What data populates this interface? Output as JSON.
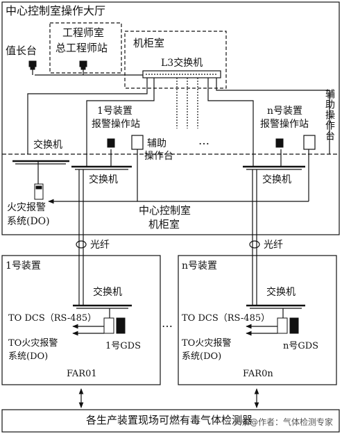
{
  "diagram": {
    "central_control_hall": "中心控制室操作大厅",
    "engineer_room": "工程师室",
    "chief_engineer_station": "总工程师站",
    "shift_leader_desk": "值长台",
    "cabinet_room": "机柜室",
    "l3_switch": "L3交换机",
    "alarm_station_1_line1": "1号装置",
    "alarm_station_1_line2": "报警操作站",
    "alarm_station_n_line1": "n号装置",
    "alarm_station_n_line2": "报警操作站",
    "aux_console_line1": "辅助",
    "aux_console_line2": "操作台",
    "aux_console_vertical": "辅助操作台",
    "ellipsis_top": "…",
    "switch_label": "交换机",
    "switch_left_1": "交换机",
    "switch_left_2": "交换机",
    "switch_right": "交换机",
    "fire_alarm_system_line1": "火灾报警",
    "fire_alarm_system_line2": "系统(DO)",
    "central_cabinet_line1": "中心控制室",
    "central_cabinet_line2": "机柜室",
    "fiber_left": "光纤",
    "fiber_right": "光纤",
    "unit1": {
      "title": "1号装置",
      "switch": "交换机",
      "to_dcs": "TO DCS（RS-485）",
      "to_fire_line1": "TO火灾报警",
      "to_fire_line2": "系统(DO)",
      "gds": "1号GDS",
      "far": "FAR01"
    },
    "unitn": {
      "title": "n号装置",
      "switch": "交换机",
      "to_dcs": "TO DCS（RS-485）",
      "to_fire_line1": "TO火灾报警",
      "to_fire_line2": "系统(DO)",
      "gds": "n号GDS",
      "far": "FAR0n"
    },
    "ellipsis_mid": "…",
    "detector_bar": "各生产装置现场可燃有毒气体检测器",
    "watermark": "头条@作者：气体检测专家"
  }
}
